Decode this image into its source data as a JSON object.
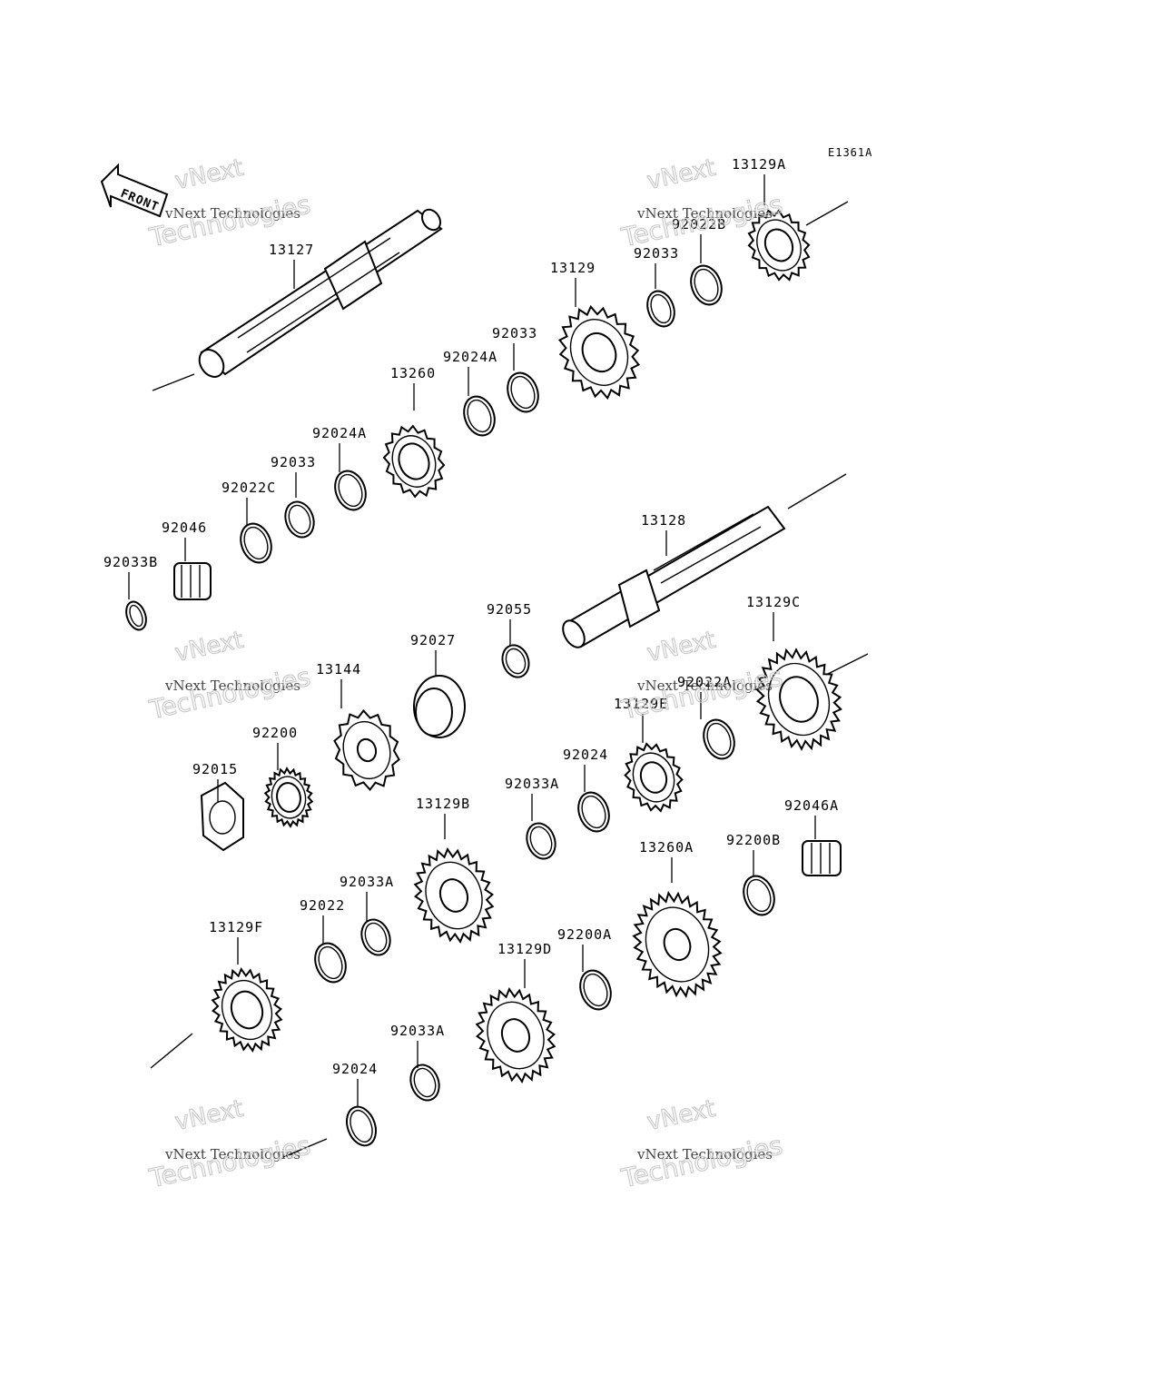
{
  "diagram": {
    "code": "E1361A",
    "front_label": "FRONT",
    "watermark": {
      "line1": "vNext Technologies",
      "line2": "Technologies",
      "line3": "vNext"
    },
    "labels": [
      "13129A",
      "92022B",
      "92033",
      "13129",
      "92033",
      "92024A",
      "13127",
      "13260",
      "92024A",
      "92033",
      "92022C",
      "92046",
      "92033B",
      "13128",
      "92055",
      "92027",
      "13144",
      "92200",
      "92015",
      "13129C",
      "92022A",
      "13129E",
      "92024",
      "92033A",
      "13129B",
      "92046A",
      "92200B",
      "13260A",
      "92033A",
      "92022",
      "13129F",
      "92200A",
      "13129D",
      "92033A",
      "92024"
    ]
  }
}
